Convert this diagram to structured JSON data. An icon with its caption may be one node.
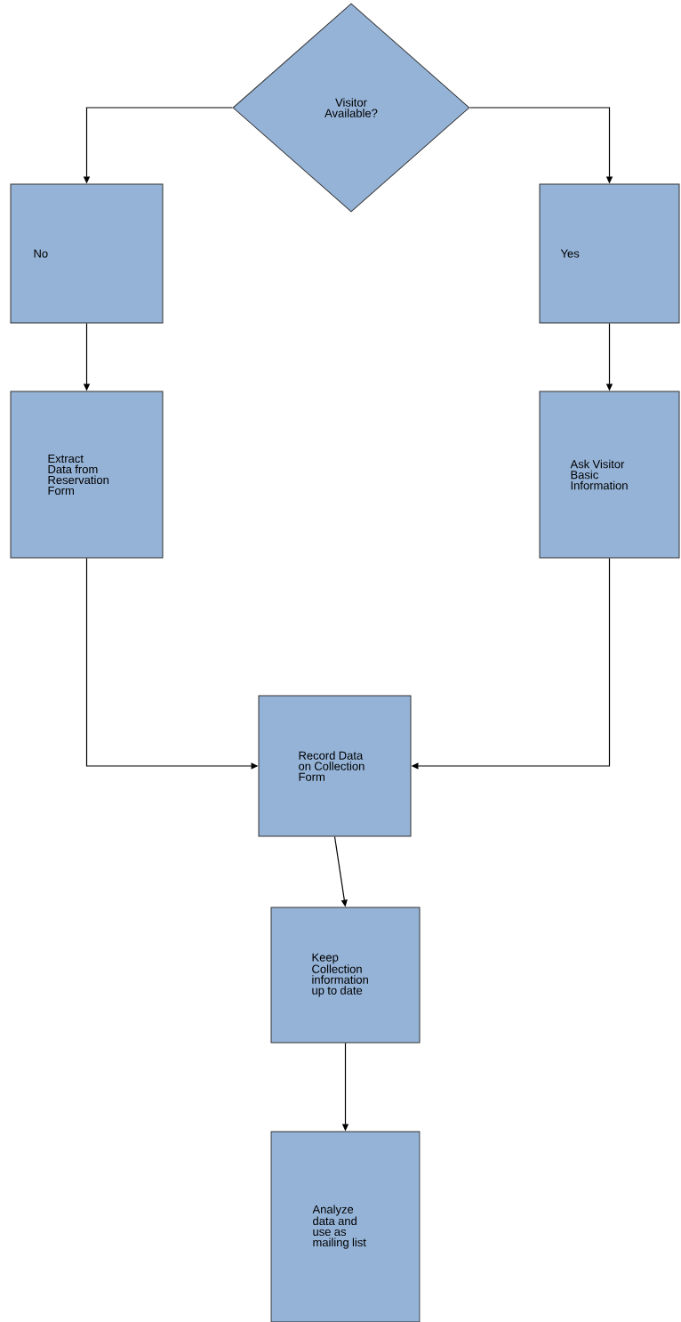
{
  "diagram": {
    "nodes": [
      {
        "text": [
          "Visitor Available?"
        ]
      },
      {
        "text": [
          "No"
        ]
      },
      {
        "text": [
          "Yes"
        ]
      },
      {
        "text": [
          "Extract Data from Reservation Form"
        ]
      },
      {
        "text": [
          "Ask Visitor Basic Information"
        ]
      },
      {
        "text": [
          "Record Data on Collection Form"
        ]
      },
      {
        "text": [
          "Keep Collection information up to date"
        ]
      },
      {
        "text": [
          "Analyze data and use as mailing list"
        ]
      }
    ],
    "edges": [
      {
        "from": 0,
        "to": 1,
        "arrow": "to"
      },
      {
        "from": 0,
        "to": 2,
        "arrow": "to"
      },
      {
        "from": 1,
        "to": 3,
        "arrow": "to"
      },
      {
        "from": 2,
        "to": 4,
        "arrow": "to"
      },
      {
        "from": 3,
        "to": 5,
        "arrow": "to"
      },
      {
        "from": 4,
        "to": 5,
        "arrow": "to"
      },
      {
        "from": 5,
        "to": 6,
        "arrow": "to"
      },
      {
        "from": 6,
        "to": 7,
        "arrow": "to"
      }
    ]
  }
}
